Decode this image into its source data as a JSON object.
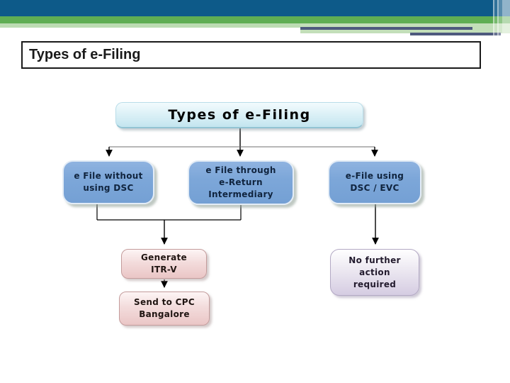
{
  "slide": {
    "title": "Types of e-Filing"
  },
  "flowchart": {
    "root": {
      "label": "Types of e-Filing"
    },
    "branches": [
      {
        "lines": [
          "e File without",
          "using DSC"
        ]
      },
      {
        "lines": [
          "e File through",
          "e-Return",
          "Intermediary"
        ]
      },
      {
        "lines": [
          "e-File using",
          "DSC / EVC"
        ]
      }
    ],
    "outcomes": [
      {
        "lines": [
          "Generate",
          "ITR-V"
        ]
      },
      {
        "lines": [
          "Send to CPC",
          "Bangalore"
        ]
      },
      {
        "lines": [
          "No further",
          "action",
          "required"
        ]
      }
    ]
  },
  "theme": {
    "header_blue": "#0d5a89",
    "header_green": "#5fae53",
    "header_light_green": "#bcdcb2",
    "header_slate": "#4e5a7e",
    "root_node_fill": "#c3e5ef",
    "branch_node_fill": "#7da7d9",
    "outcome_pink_fill": "#eac6c6",
    "outcome_lavender_fill": "#d5cce2",
    "connector_color": "#000000"
  }
}
